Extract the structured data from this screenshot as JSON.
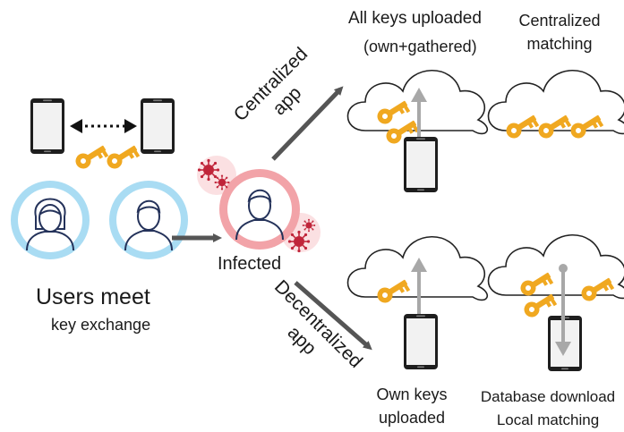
{
  "labels": {
    "users_meet": "Users meet",
    "key_exchange": "key exchange",
    "infected": "Infected",
    "centralized_app_line1": "Centralized",
    "centralized_app_line2": "app",
    "decentralized_app_line1": "Decentralized",
    "decentralized_app_line2": "app",
    "all_keys_line1": "All keys uploaded",
    "all_keys_line2": "(own+gathered)",
    "centralized_matching_line1": "Centralized",
    "centralized_matching_line2": "matching",
    "own_keys_line1": "Own keys",
    "own_keys_line2": "uploaded",
    "db_download_line1": "Database download",
    "db_download_line2": "Local matching"
  },
  "colors": {
    "key": "#f0a820",
    "avatar_ring_healthy": "#a9dcf3",
    "avatar_ring_infected": "#f2a3a8",
    "virus": "#c0253a",
    "arrow": "#555555",
    "upload_arrow": "#a8a8a8",
    "phone_body": "#1e1e1e",
    "phone_screen": "#f2f2f2"
  },
  "icons": [
    "phone-icon",
    "key-icon",
    "user-avatar-icon",
    "virus-icon",
    "cloud-icon",
    "arrow-icon",
    "double-arrow-icon"
  ]
}
